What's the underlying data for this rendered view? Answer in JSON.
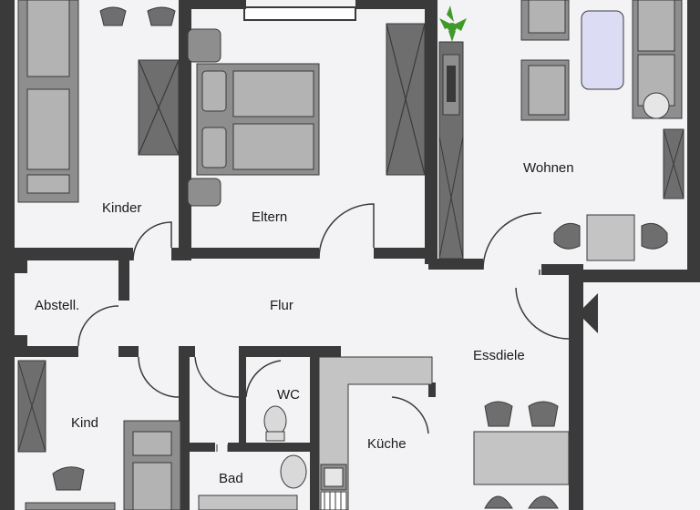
{
  "rooms": {
    "kinder": "Kinder",
    "eltern": "Eltern",
    "wohnen": "Wohnen",
    "abstell": "Abstell.",
    "flur": "Flur",
    "essdiele": "Essdiele",
    "kind": "Kind",
    "wc": "WC",
    "kueche": "Küche",
    "bad": "Bad"
  },
  "entrance": {
    "icon": "entrance-arrow-icon"
  },
  "colors": {
    "wall": "#3a3a3a",
    "floor": "#f3f3f6",
    "furniture": "#8e8e8e",
    "furniture_dark": "#6e6e6e",
    "bedding": "#b3b3b3",
    "table": "#c4c4c4",
    "sofa_table": "#dcdcf5",
    "plant": "#3f9a2a"
  }
}
